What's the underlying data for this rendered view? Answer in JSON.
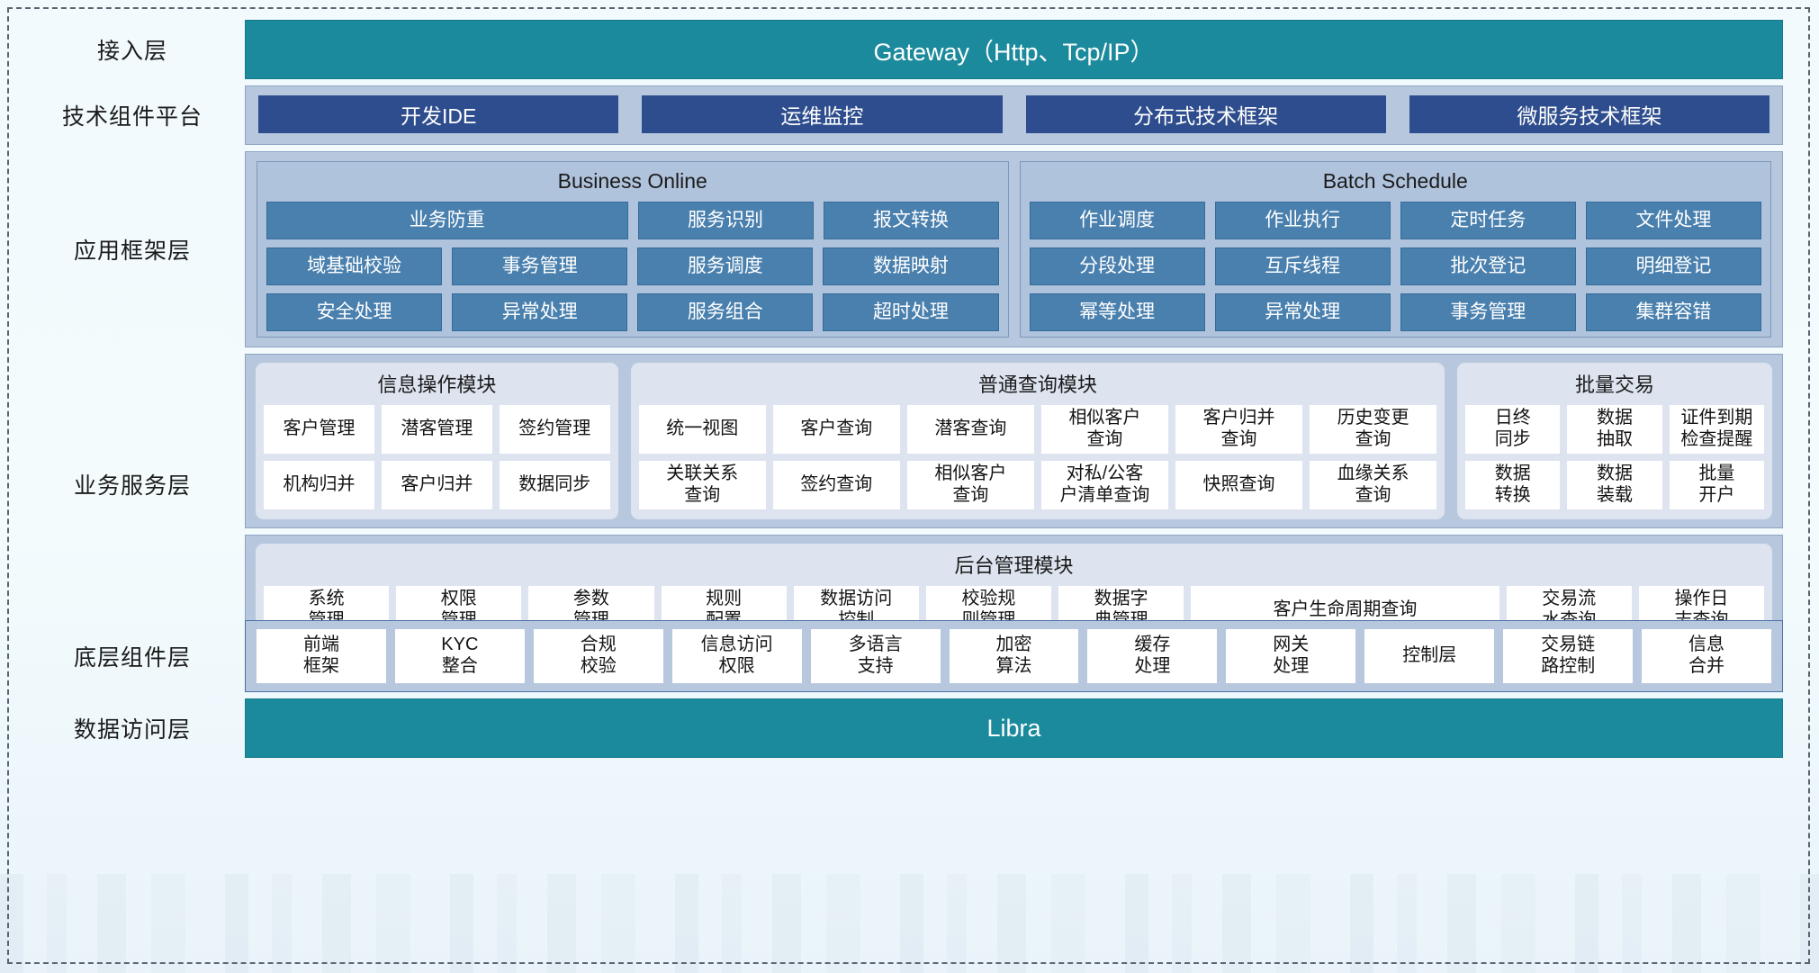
{
  "diagram": {
    "title_rows": [
      "接入层",
      "技术组件平台",
      "应用框架层",
      "业务服务层",
      "底层组件层",
      "数据访问层"
    ],
    "colors": {
      "teal": "#1b8a9c",
      "navy": "#2e4d8e",
      "steel": "#4a80ae",
      "panel": "#b7c8de",
      "module": "#dde4ef",
      "background": "#f2fafd",
      "frame_dash": "#5a6470",
      "white_chip": "#ffffff"
    },
    "access_layer": {
      "label": "接入层",
      "gateway": "Gateway（Http、Tcp/IP）"
    },
    "tech_platform": {
      "label": "技术组件平台",
      "items": [
        "开发IDE",
        "运维监控",
        "分布式技术框架",
        "微服务技术框架"
      ]
    },
    "app_framework": {
      "label": "应用框架层",
      "groups": [
        {
          "title": "Business Online",
          "rows": [
            [
              {
                "text": "业务防重",
                "span": 2
              },
              {
                "text": "服务识别",
                "span": 1
              },
              {
                "text": "报文转换",
                "span": 1
              }
            ],
            [
              {
                "text": "域基础校验",
                "span": 1
              },
              {
                "text": "事务管理",
                "span": 1
              },
              {
                "text": "服务调度",
                "span": 1
              },
              {
                "text": "数据映射",
                "span": 1
              }
            ],
            [
              {
                "text": "安全处理",
                "span": 1
              },
              {
                "text": "异常处理",
                "span": 1
              },
              {
                "text": "服务组合",
                "span": 1
              },
              {
                "text": "超时处理",
                "span": 1
              }
            ]
          ]
        },
        {
          "title": "Batch Schedule",
          "rows": [
            [
              {
                "text": "作业调度",
                "span": 1
              },
              {
                "text": "作业执行",
                "span": 1
              },
              {
                "text": "定时任务",
                "span": 1
              },
              {
                "text": "文件处理",
                "span": 1
              }
            ],
            [
              {
                "text": "分段处理",
                "span": 1
              },
              {
                "text": "互斥线程",
                "span": 1
              },
              {
                "text": "批次登记",
                "span": 1
              },
              {
                "text": "明细登记",
                "span": 1
              }
            ],
            [
              {
                "text": "幂等处理",
                "span": 1
              },
              {
                "text": "异常处理",
                "span": 1
              },
              {
                "text": "事务管理",
                "span": 1
              },
              {
                "text": "集群容错",
                "span": 1
              }
            ]
          ]
        }
      ]
    },
    "business_service": {
      "label": "业务服务层",
      "modules": [
        {
          "title": "信息操作模块",
          "rows": [
            [
              "客户管理",
              "潜客管理",
              "签约管理"
            ],
            [
              "机构归并",
              "客户归并",
              "数据同步"
            ]
          ]
        },
        {
          "title": "普通查询模块",
          "rows": [
            [
              "统一视图",
              "客户查询",
              "潜客查询",
              "相似客户\n查询",
              "客户归并\n查询",
              "历史变更\n查询"
            ],
            [
              "关联关系\n查询",
              "签约查询",
              "相似客户\n查询",
              "对私/公客\n户清单查询",
              "快照查询",
              "血缘关系\n查询"
            ]
          ]
        },
        {
          "title": "批量交易",
          "rows": [
            [
              "日终\n同步",
              "数据\n抽取",
              "证件到期\n检查提醒"
            ],
            [
              "数据\n转换",
              "数据\n装载",
              "批量\n开户"
            ]
          ]
        }
      ],
      "admin_module": {
        "title": "后台管理模块",
        "items": [
          {
            "text": "系统\n管理",
            "wide": false
          },
          {
            "text": "权限\n管理",
            "wide": false
          },
          {
            "text": "参数\n管理",
            "wide": false
          },
          {
            "text": "规则\n配置",
            "wide": false
          },
          {
            "text": "数据访问\n控制",
            "wide": false
          },
          {
            "text": "校验规\n则管理",
            "wide": false
          },
          {
            "text": "数据字\n典管理",
            "wide": false
          },
          {
            "text": "客户生命周期查询",
            "wide": true
          },
          {
            "text": "交易流\n水查询",
            "wide": false
          },
          {
            "text": "操作日\n志查询",
            "wide": false
          }
        ]
      }
    },
    "bottom_components": {
      "label": "底层组件层",
      "items": [
        {
          "text": "前端\n框架",
          "wide": false
        },
        {
          "text": "KYC\n整合",
          "wide": false
        },
        {
          "text": "合规\n校验",
          "wide": false
        },
        {
          "text": "信息访问\n权限",
          "wide": false
        },
        {
          "text": "多语言\n支持",
          "wide": false
        },
        {
          "text": "加密\n算法",
          "wide": false
        },
        {
          "text": "缓存\n处理",
          "wide": false
        },
        {
          "text": "网关\n处理",
          "wide": false
        },
        {
          "text": "控制层",
          "wide": false
        },
        {
          "text": "交易链\n路控制",
          "wide": false
        },
        {
          "text": "信息\n合并",
          "wide": false
        }
      ]
    },
    "data_access": {
      "label": "数据访问层",
      "name": "Libra"
    }
  }
}
